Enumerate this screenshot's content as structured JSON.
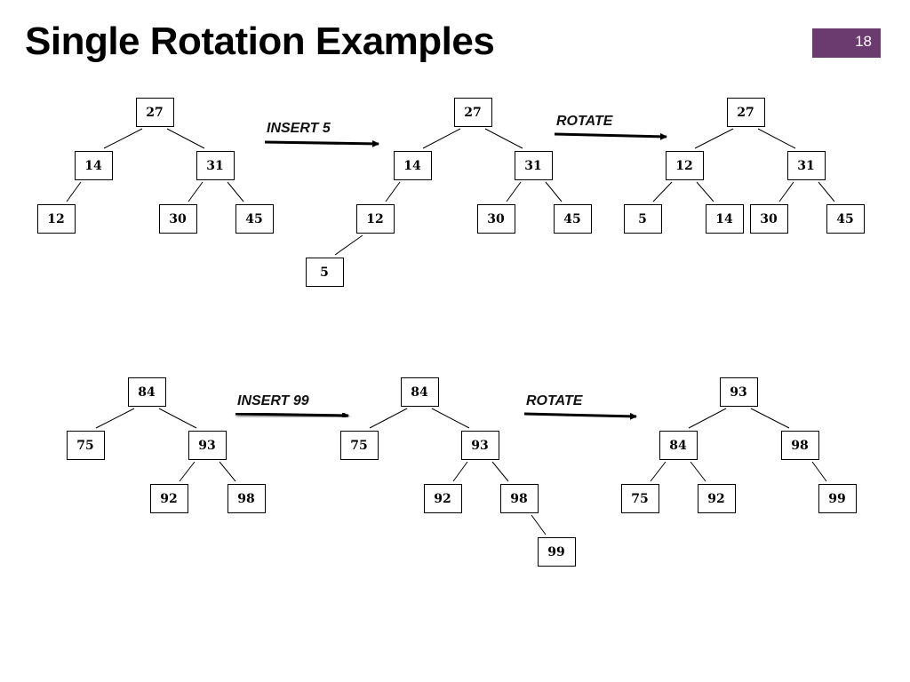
{
  "slide": {
    "title": "Single Rotation Examples",
    "page_number": "18",
    "badge_color": "#6b3a6e"
  },
  "steps": [
    {
      "label": "INSERT 5"
    },
    {
      "label": "ROTATE"
    },
    {
      "label": "INSERT 99"
    },
    {
      "label": "ROTATE"
    }
  ],
  "trees": [
    {
      "id": "ex1-before",
      "nodes": [
        {
          "id": "a27",
          "value": "27"
        },
        {
          "id": "a14",
          "value": "14",
          "parent": "a27"
        },
        {
          "id": "a31",
          "value": "31",
          "parent": "a27"
        },
        {
          "id": "a12",
          "value": "12",
          "parent": "a14"
        },
        {
          "id": "a30",
          "value": "30",
          "parent": "a31"
        },
        {
          "id": "a45",
          "value": "45",
          "parent": "a31"
        }
      ]
    },
    {
      "id": "ex1-after-insert",
      "nodes": [
        {
          "id": "b27",
          "value": "27"
        },
        {
          "id": "b14",
          "value": "14",
          "parent": "b27"
        },
        {
          "id": "b31",
          "value": "31",
          "parent": "b27"
        },
        {
          "id": "b12",
          "value": "12",
          "parent": "b14"
        },
        {
          "id": "b30",
          "value": "30",
          "parent": "b31"
        },
        {
          "id": "b45",
          "value": "45",
          "parent": "b31"
        },
        {
          "id": "b5",
          "value": "5",
          "parent": "b12"
        }
      ]
    },
    {
      "id": "ex1-after-rotate",
      "nodes": [
        {
          "id": "c27",
          "value": "27"
        },
        {
          "id": "c12",
          "value": "12",
          "parent": "c27"
        },
        {
          "id": "c31",
          "value": "31",
          "parent": "c27"
        },
        {
          "id": "c5",
          "value": "5",
          "parent": "c12"
        },
        {
          "id": "c14",
          "value": "14",
          "parent": "c12"
        },
        {
          "id": "c30",
          "value": "30",
          "parent": "c31"
        },
        {
          "id": "c45",
          "value": "45",
          "parent": "c31"
        }
      ]
    },
    {
      "id": "ex2-before",
      "nodes": [
        {
          "id": "d84",
          "value": "84"
        },
        {
          "id": "d75",
          "value": "75",
          "parent": "d84"
        },
        {
          "id": "d93",
          "value": "93",
          "parent": "d84"
        },
        {
          "id": "d92",
          "value": "92",
          "parent": "d93"
        },
        {
          "id": "d98",
          "value": "98",
          "parent": "d93"
        }
      ]
    },
    {
      "id": "ex2-after-insert",
      "nodes": [
        {
          "id": "e84",
          "value": "84"
        },
        {
          "id": "e75",
          "value": "75",
          "parent": "e84"
        },
        {
          "id": "e93",
          "value": "93",
          "parent": "e84"
        },
        {
          "id": "e92",
          "value": "92",
          "parent": "e93"
        },
        {
          "id": "e98",
          "value": "98",
          "parent": "e93"
        },
        {
          "id": "e99",
          "value": "99",
          "parent": "e98"
        }
      ]
    },
    {
      "id": "ex2-after-rotate",
      "nodes": [
        {
          "id": "f93",
          "value": "93"
        },
        {
          "id": "f84",
          "value": "84",
          "parent": "f93"
        },
        {
          "id": "f98",
          "value": "98",
          "parent": "f93"
        },
        {
          "id": "f75",
          "value": "75",
          "parent": "f84"
        },
        {
          "id": "f92",
          "value": "92",
          "parent": "f84"
        },
        {
          "id": "f99",
          "value": "99",
          "parent": "f98"
        }
      ]
    }
  ]
}
